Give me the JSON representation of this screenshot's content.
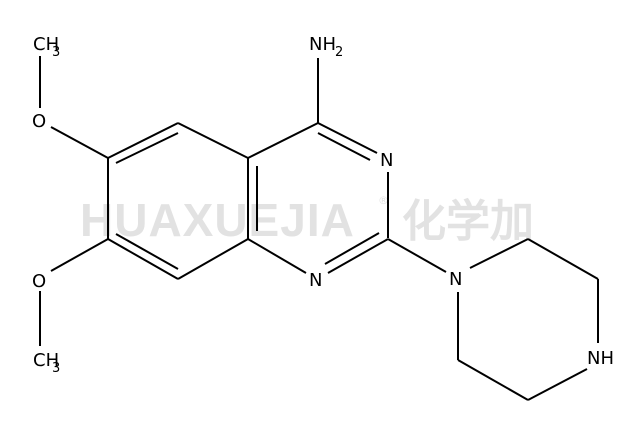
{
  "watermark": {
    "text": "HUAXUEJIA",
    "registered": "®",
    "cn": "化学加"
  },
  "atoms": {
    "methyl_top": {
      "main": "CH",
      "sub": "3"
    },
    "oxygen_top": "O",
    "amine": {
      "main": "NH",
      "sub": "2"
    },
    "n3": "N",
    "n1": "N",
    "n_piperazine": "N",
    "nh_piperazine": "NH",
    "oxygen_bottom": "O",
    "methyl_bottom": {
      "main": "CH",
      "sub": "3"
    }
  }
}
